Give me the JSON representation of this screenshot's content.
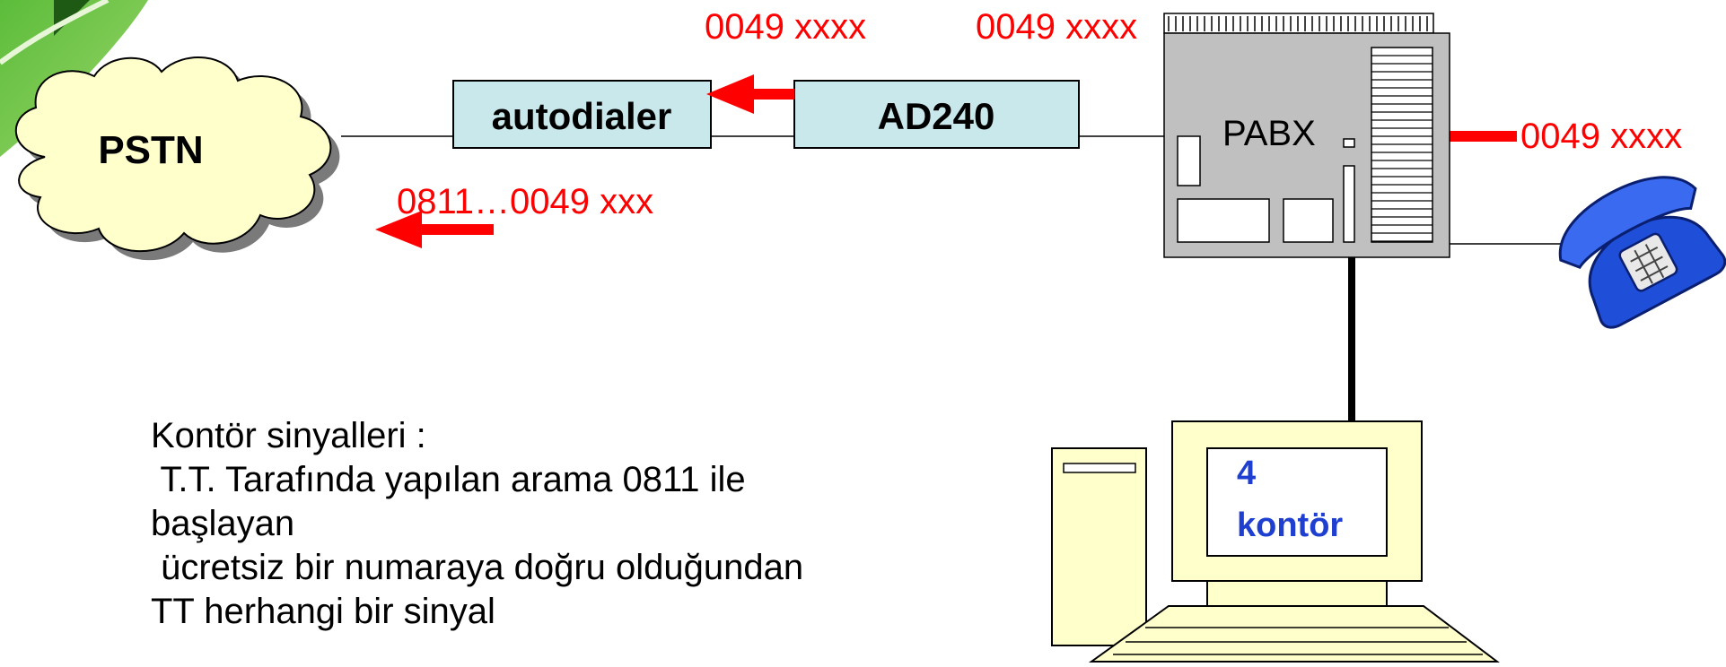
{
  "diagram": {
    "pstn_label": "PSTN",
    "autodialer_label": "autodialer",
    "ad240_label": "AD240",
    "pabx_label": "PABX",
    "number_ad240_in": "0049 xxxx",
    "number_pabx_out": "0049 xxxx",
    "number_incoming": "0049 xxxx",
    "number_to_pstn": "0811…0049 xxx",
    "screen_line1": "4",
    "screen_line2": "kontör"
  },
  "notes": {
    "lines": [
      "Kontör sinyalleri :",
      " T.T. Tarafında yapılan arama 0811 ile",
      "başlayan",
      " ücretsiz bir numaraya doğru olduğundan",
      "TT herhangi bir sinyal"
    ]
  },
  "colors": {
    "accent_red": "#ff0000",
    "box_fill": "#c9e8ec",
    "pabx_fill": "#c0c0c0",
    "cloud_fill": "#ffffcc",
    "screen_text": "#1f3fd0",
    "monitor_fill": "#ffffcc",
    "phone_blue": "#1f4fd8"
  }
}
